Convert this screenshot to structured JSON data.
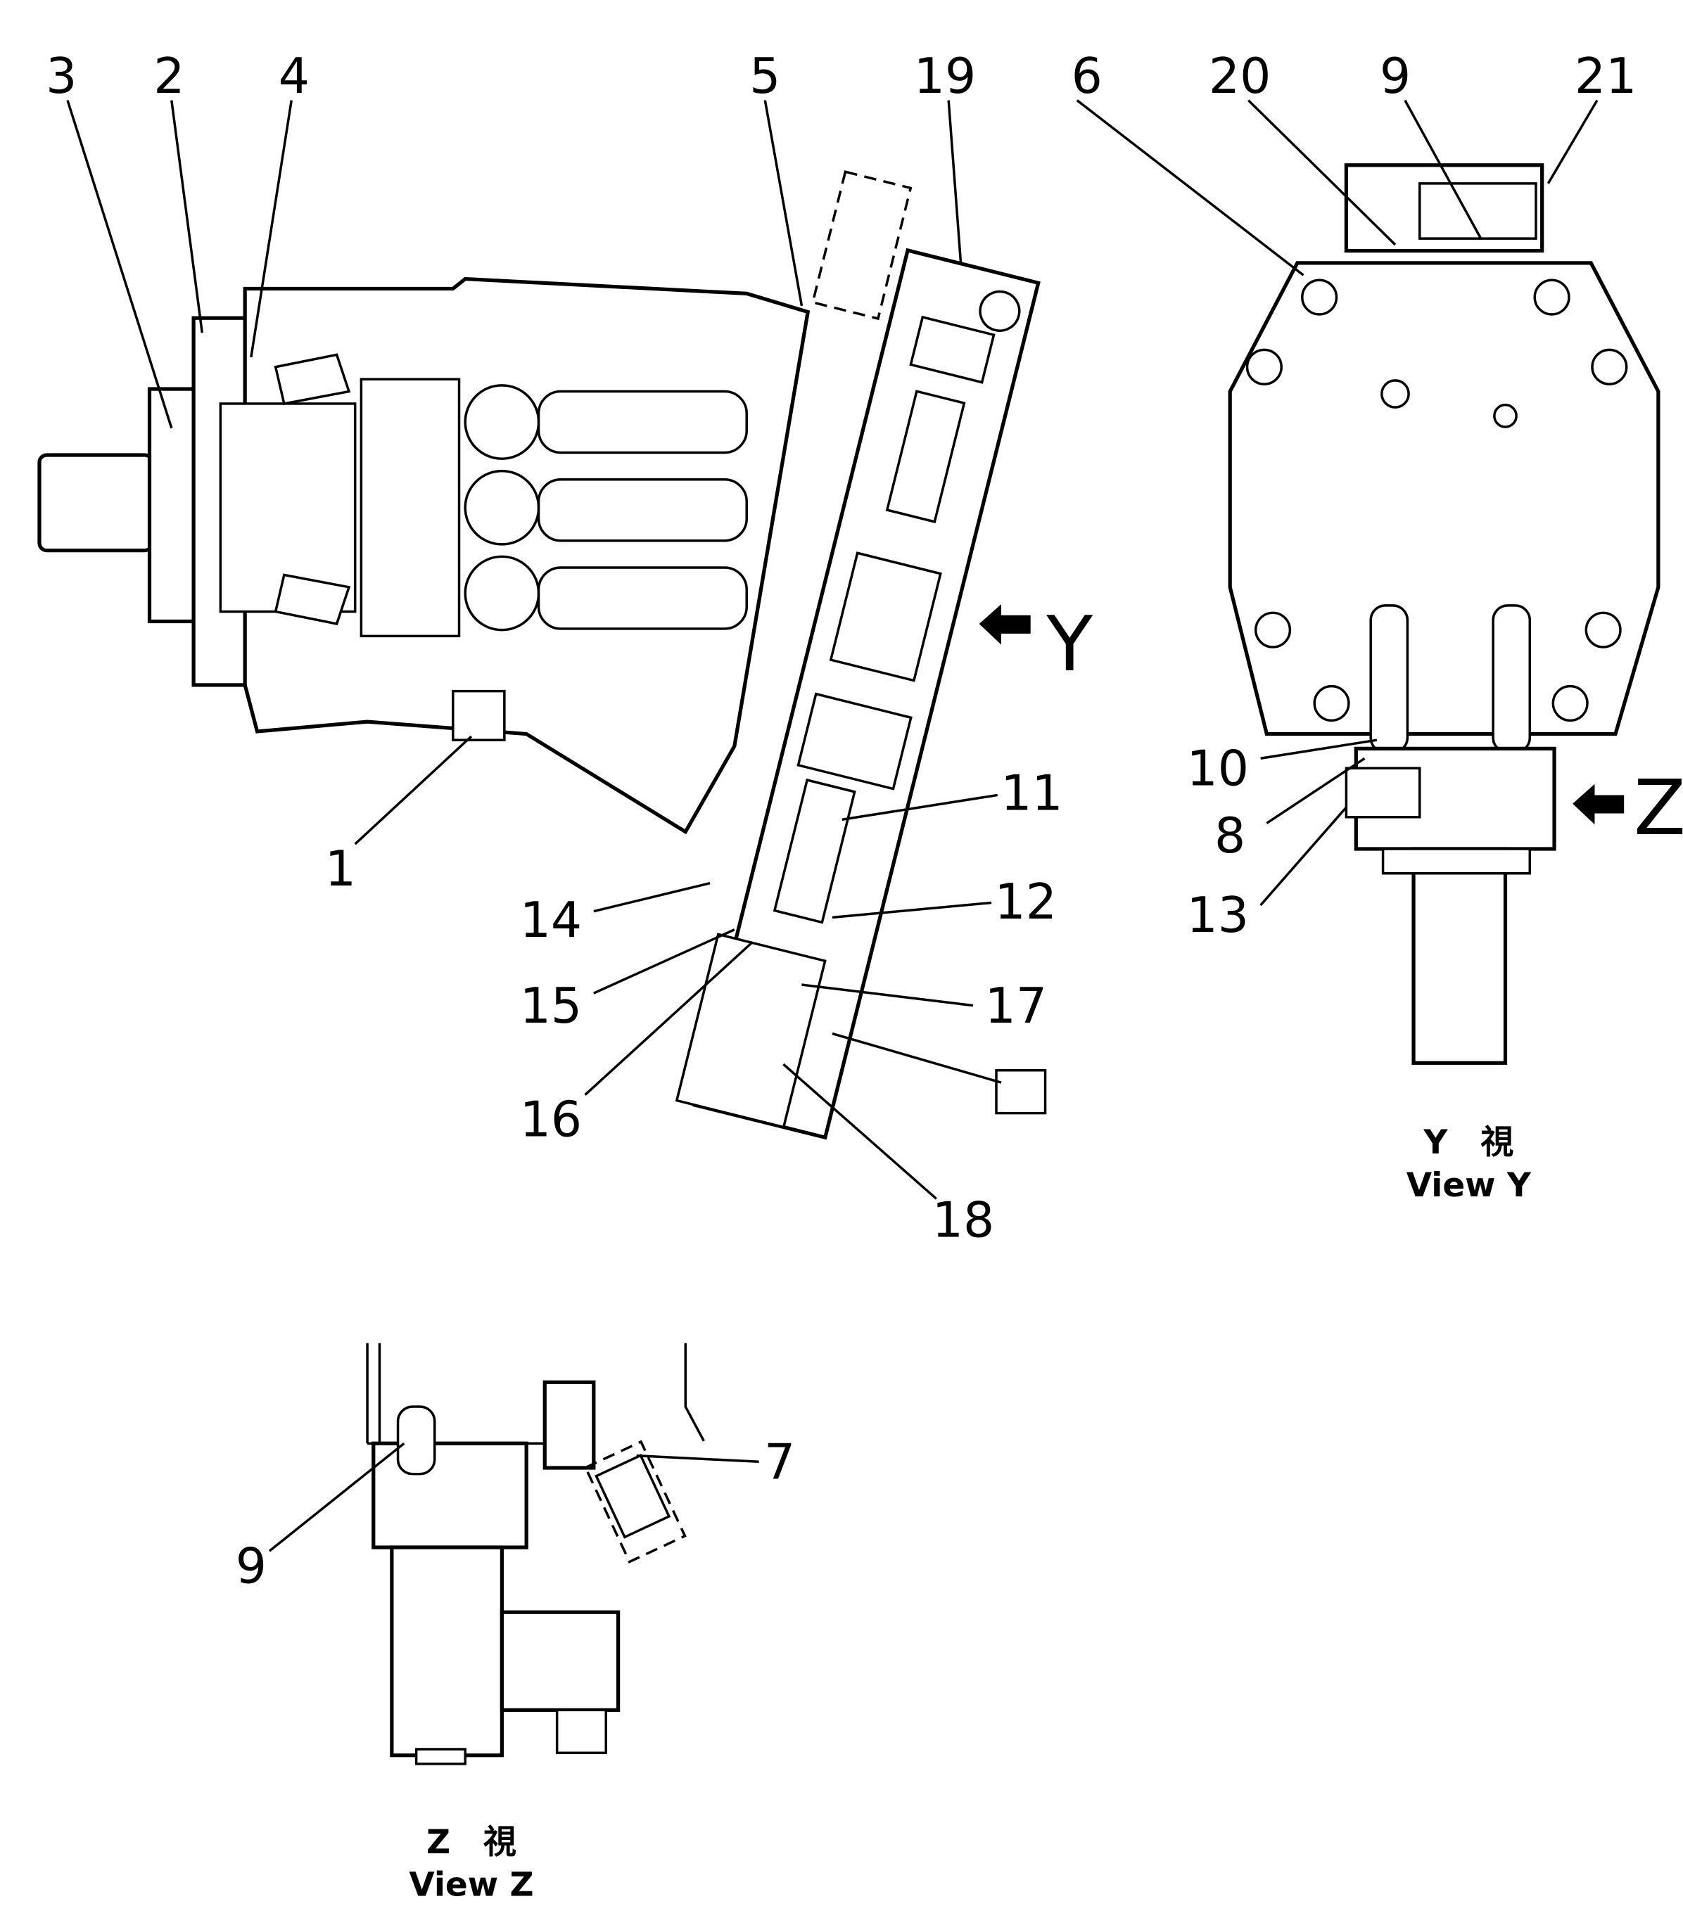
{
  "part_labels": {
    "p1": "1",
    "p2": "2",
    "p3": "3",
    "p4": "4",
    "p5": "5",
    "p6": "6",
    "p7": "7",
    "p8": "8",
    "p9": "9",
    "p10": "10",
    "p11": "11",
    "p12": "12",
    "p13": "13",
    "p14": "14",
    "p15": "15",
    "p16": "16",
    "p17": "17",
    "p18": "18",
    "p19": "19",
    "p20": "20",
    "p21": "21"
  },
  "view_markers": {
    "y": "Y",
    "z": "Z"
  },
  "view_y": {
    "caption_jp": "Y　視",
    "caption_en": "View Y"
  },
  "view_z": {
    "caption_jp": "Z　視",
    "caption_en": "View Z"
  },
  "view_z_labels": {
    "p9": "9"
  }
}
